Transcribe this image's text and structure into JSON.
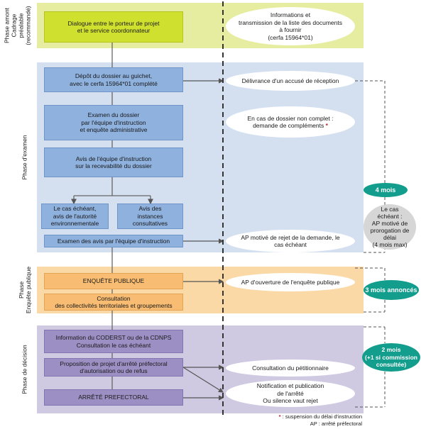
{
  "colors": {
    "phase1_bg": "#e7eda0",
    "phase2_bg": "#d4e0f0",
    "phase3_bg": "#fbd9a6",
    "phase4_bg": "#cfc9e2",
    "box_green": "#cfe02e",
    "box_blue": "#8eb1de",
    "box_orange": "#f8bc72",
    "box_purple": "#9c8fc4",
    "teal": "#129d8c",
    "star_red": "#c0272d"
  },
  "phases": {
    "p1": "Phase amont\nCadrage\npréalable\n(recommandé)",
    "p2": "Phase d'examen",
    "p3": "Phase\nEnquête publique",
    "p4": "Phase de décision"
  },
  "boxes": {
    "dialogue": "Dialogue entre le porteur de projet\net le service coordonnateur",
    "depot": "Dépôt du dossier au guichet,\navec le cerfa 15964*01 complété",
    "examen": "Examen du dossier\npar l'équipe d'instruction\net enquête administrative",
    "avis_equipe": "Avis de l'équipe d'instruction\nsur la recevabilité du dossier",
    "autorite": "Le cas échéant,\navis de l'autorité\nenvironnementale",
    "instances": "Avis des\ninstances consultatives",
    "examen_avis": "Examen des avis par l'équipe d'instruction",
    "enquete": "ENQUÊTE PUBLIQUE",
    "consultation_coll": "Consultation\ndes collectivités territoriales et groupements",
    "coderst": "Information du CODERST ou de la CDNPS\nConsultation le cas échéant",
    "proposition": "Proposition de projet d'arrêté préfectoral\nd'autorisation ou de refus",
    "arrete": "ARRÊTÉ PREFECTORAL"
  },
  "ellipses": {
    "informations": "Informations et\ntransmission de la liste des documents\nà fournir\n(cerfa 15964*01)",
    "accuse": "Délivrance d'un accusé de réception",
    "complements": "En cas de dossier non complet :\ndemande de compléments",
    "complements_star": "*",
    "rejet": "AP motivé de rejet de la demande, le\ncas échéant",
    "ouverture": "AP d'ouverture de l'enquête publique",
    "petitionnaire": "Consultation du pétitionnaire",
    "notification": "Notification et publication\nde l'arrêté\nOu silence vaut rejet"
  },
  "durations": {
    "quatre_mois": "4 mois",
    "prorogation": "Le cas\néchéant :\nAP motivé de\nprorogation de délai\n(4 mois max)",
    "trois_mois": "3 mois annoncés",
    "deux_mois": "2 mois\n(+1 si commission\nconsultée)"
  },
  "footnotes": {
    "star": "*",
    "suspension": " : suspension du délai d'instruction",
    "ap": "AP : arrêté préfectoral"
  }
}
